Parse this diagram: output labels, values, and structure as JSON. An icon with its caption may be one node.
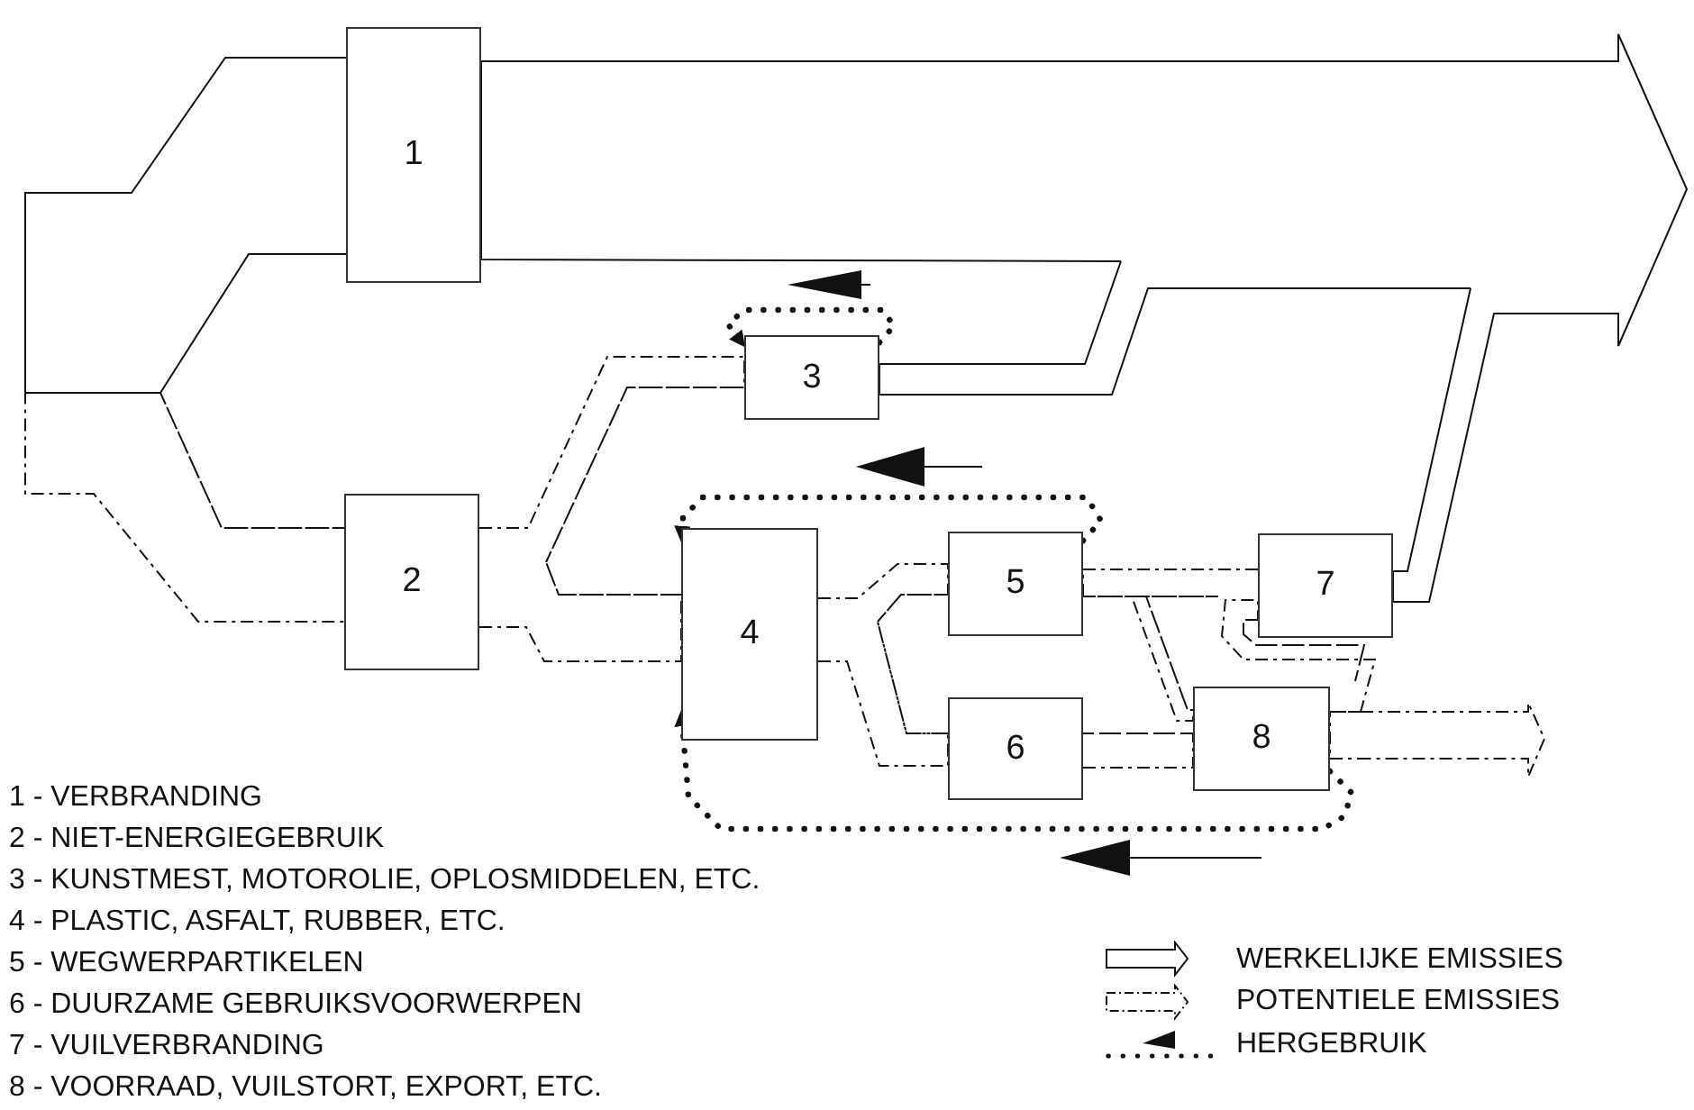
{
  "diagram": {
    "nodes": [
      {
        "text": [
          "1"
        ]
      },
      {
        "text": [
          "2"
        ]
      },
      {
        "text": [
          "3"
        ]
      },
      {
        "text": [
          "4"
        ]
      },
      {
        "text": [
          "5"
        ]
      },
      {
        "text": [
          "6"
        ]
      },
      {
        "text": [
          "7"
        ]
      },
      {
        "text": [
          "8"
        ]
      },
      {
        "text": [],
        "shape": "arrow"
      },
      {
        "text": [],
        "shape": "arrow"
      }
    ],
    "edges": [
      {
        "from": null,
        "to": 0,
        "arrow": "none"
      },
      {
        "from": null,
        "to": 1,
        "arrow": "none",
        "style": "dashed"
      },
      {
        "from": 0,
        "to": 8,
        "arrow": "none"
      },
      {
        "from": 1,
        "to": 2,
        "arrow": "none",
        "style": "dashed"
      },
      {
        "from": 1,
        "to": 3,
        "arrow": "none",
        "style": "dashed"
      },
      {
        "from": 2,
        "to": 8,
        "arrow": "none"
      },
      {
        "from": 3,
        "to": 4,
        "arrow": "none",
        "style": "dashed"
      },
      {
        "from": 3,
        "to": 5,
        "arrow": "none",
        "style": "dashed"
      },
      {
        "from": 4,
        "to": 6,
        "arrow": "none",
        "style": "dashed"
      },
      {
        "from": 4,
        "to": 7,
        "arrow": "none",
        "style": "dashed"
      },
      {
        "from": 5,
        "to": 7,
        "arrow": "none",
        "style": "dashed"
      },
      {
        "from": 6,
        "to": 8,
        "arrow": "none"
      },
      {
        "from": 6,
        "to": 9,
        "arrow": "none",
        "style": "dashed"
      },
      {
        "from": 7,
        "to": 9,
        "arrow": "none",
        "style": "dashed"
      },
      {
        "from": 2,
        "to": 2,
        "arrow": "to",
        "style": "dashed"
      },
      {
        "from": 4,
        "to": 3,
        "arrow": "to",
        "style": "dashed"
      },
      {
        "from": 7,
        "to": 3,
        "arrow": "to",
        "style": "dashed"
      }
    ],
    "labels": [
      "1 - VERBRANDING",
      "2 - NIET-ENERGIEGEBRUIK",
      "3 - KUNSTMEST, MOTOROLIE, OPLOSMIDDELEN, ETC.",
      "4 - PLASTIC, ASFALT, RUBBER, ETC.",
      "5 - WEGWERPARTIKELEN",
      "6 - DUURZAME GEBRUIKSVOORWERPEN",
      "7 - VUILVERBRANDING",
      "8 - VOORRAAD, VUILSTORT, EXPORT, ETC."
    ],
    "legend": [
      {
        "text": "WERKELIJKE EMISSIES"
      },
      {
        "text": "POTENTIELE EMISSIES"
      },
      {
        "text": "HERGEBRUIK"
      }
    ]
  }
}
